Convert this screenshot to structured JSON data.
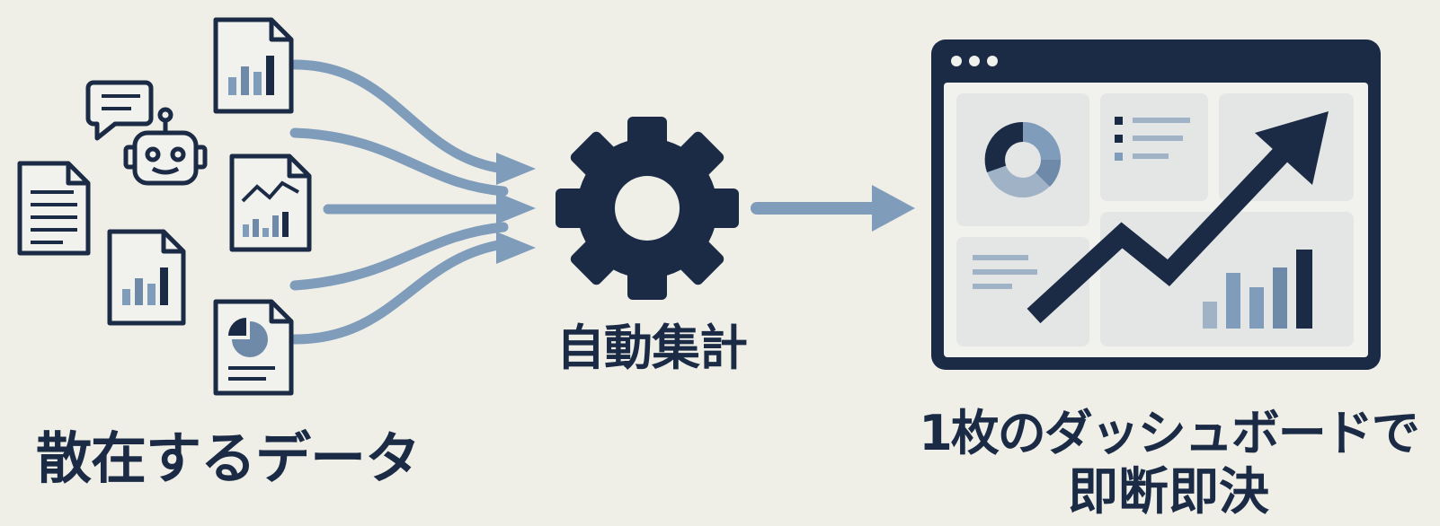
{
  "labels": {
    "source": "散在するデータ",
    "process": "自動集計",
    "output_line1": "1枚のダッシュボードで",
    "output_line2": "即断即決"
  },
  "colors": {
    "background": "#efefe8",
    "navy": "#1b2b45",
    "arrow": "#7f9cbb",
    "panel": "#e4e6e6",
    "panel_fill": "#f1f1ee",
    "accent_light": "#9fb2c6",
    "accent_mid": "#6f8aa8"
  },
  "icons": [
    "chat-bubble-icon",
    "robot-icon",
    "document-text-icon",
    "document-bar-chart-icon",
    "document-line-chart-icon",
    "document-pie-chart-icon",
    "gear-icon",
    "dashboard-window-icon",
    "trend-arrow-icon"
  ]
}
